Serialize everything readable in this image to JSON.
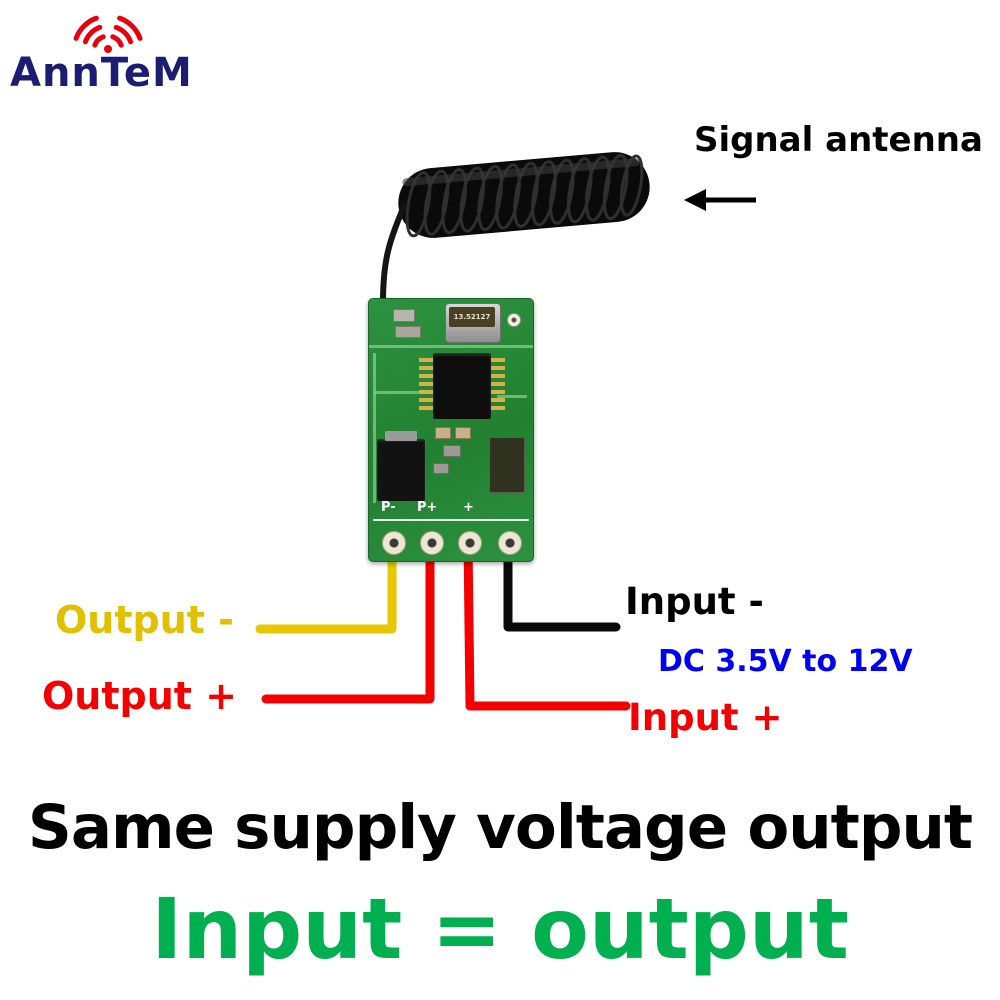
{
  "brand": {
    "logo_text": "AnnTeM"
  },
  "header": {
    "signal_antenna_label": "Signal antenna"
  },
  "pcb": {
    "crystal_text": "13.52127",
    "pad_labels": [
      "P-",
      "P+",
      "+"
    ]
  },
  "wire_labels": {
    "output_minus": "Output -",
    "output_plus": "Output +",
    "input_minus": "Input -",
    "input_plus": "Input +",
    "dc_range": "DC 3.5V to 12V"
  },
  "captions": {
    "line1": "Same supply voltage output",
    "line2": "Input = output"
  },
  "colors": {
    "logo_navy": "#1c1c70",
    "signal_icon_red": "#e8000d",
    "output_minus_yellow": "#e0c000",
    "wire_red": "#f40000",
    "wire_black": "#0a0a0a",
    "dc_blue": "#0000f2",
    "caption_green": "#00b050",
    "pcb_green": "#2c9240"
  }
}
